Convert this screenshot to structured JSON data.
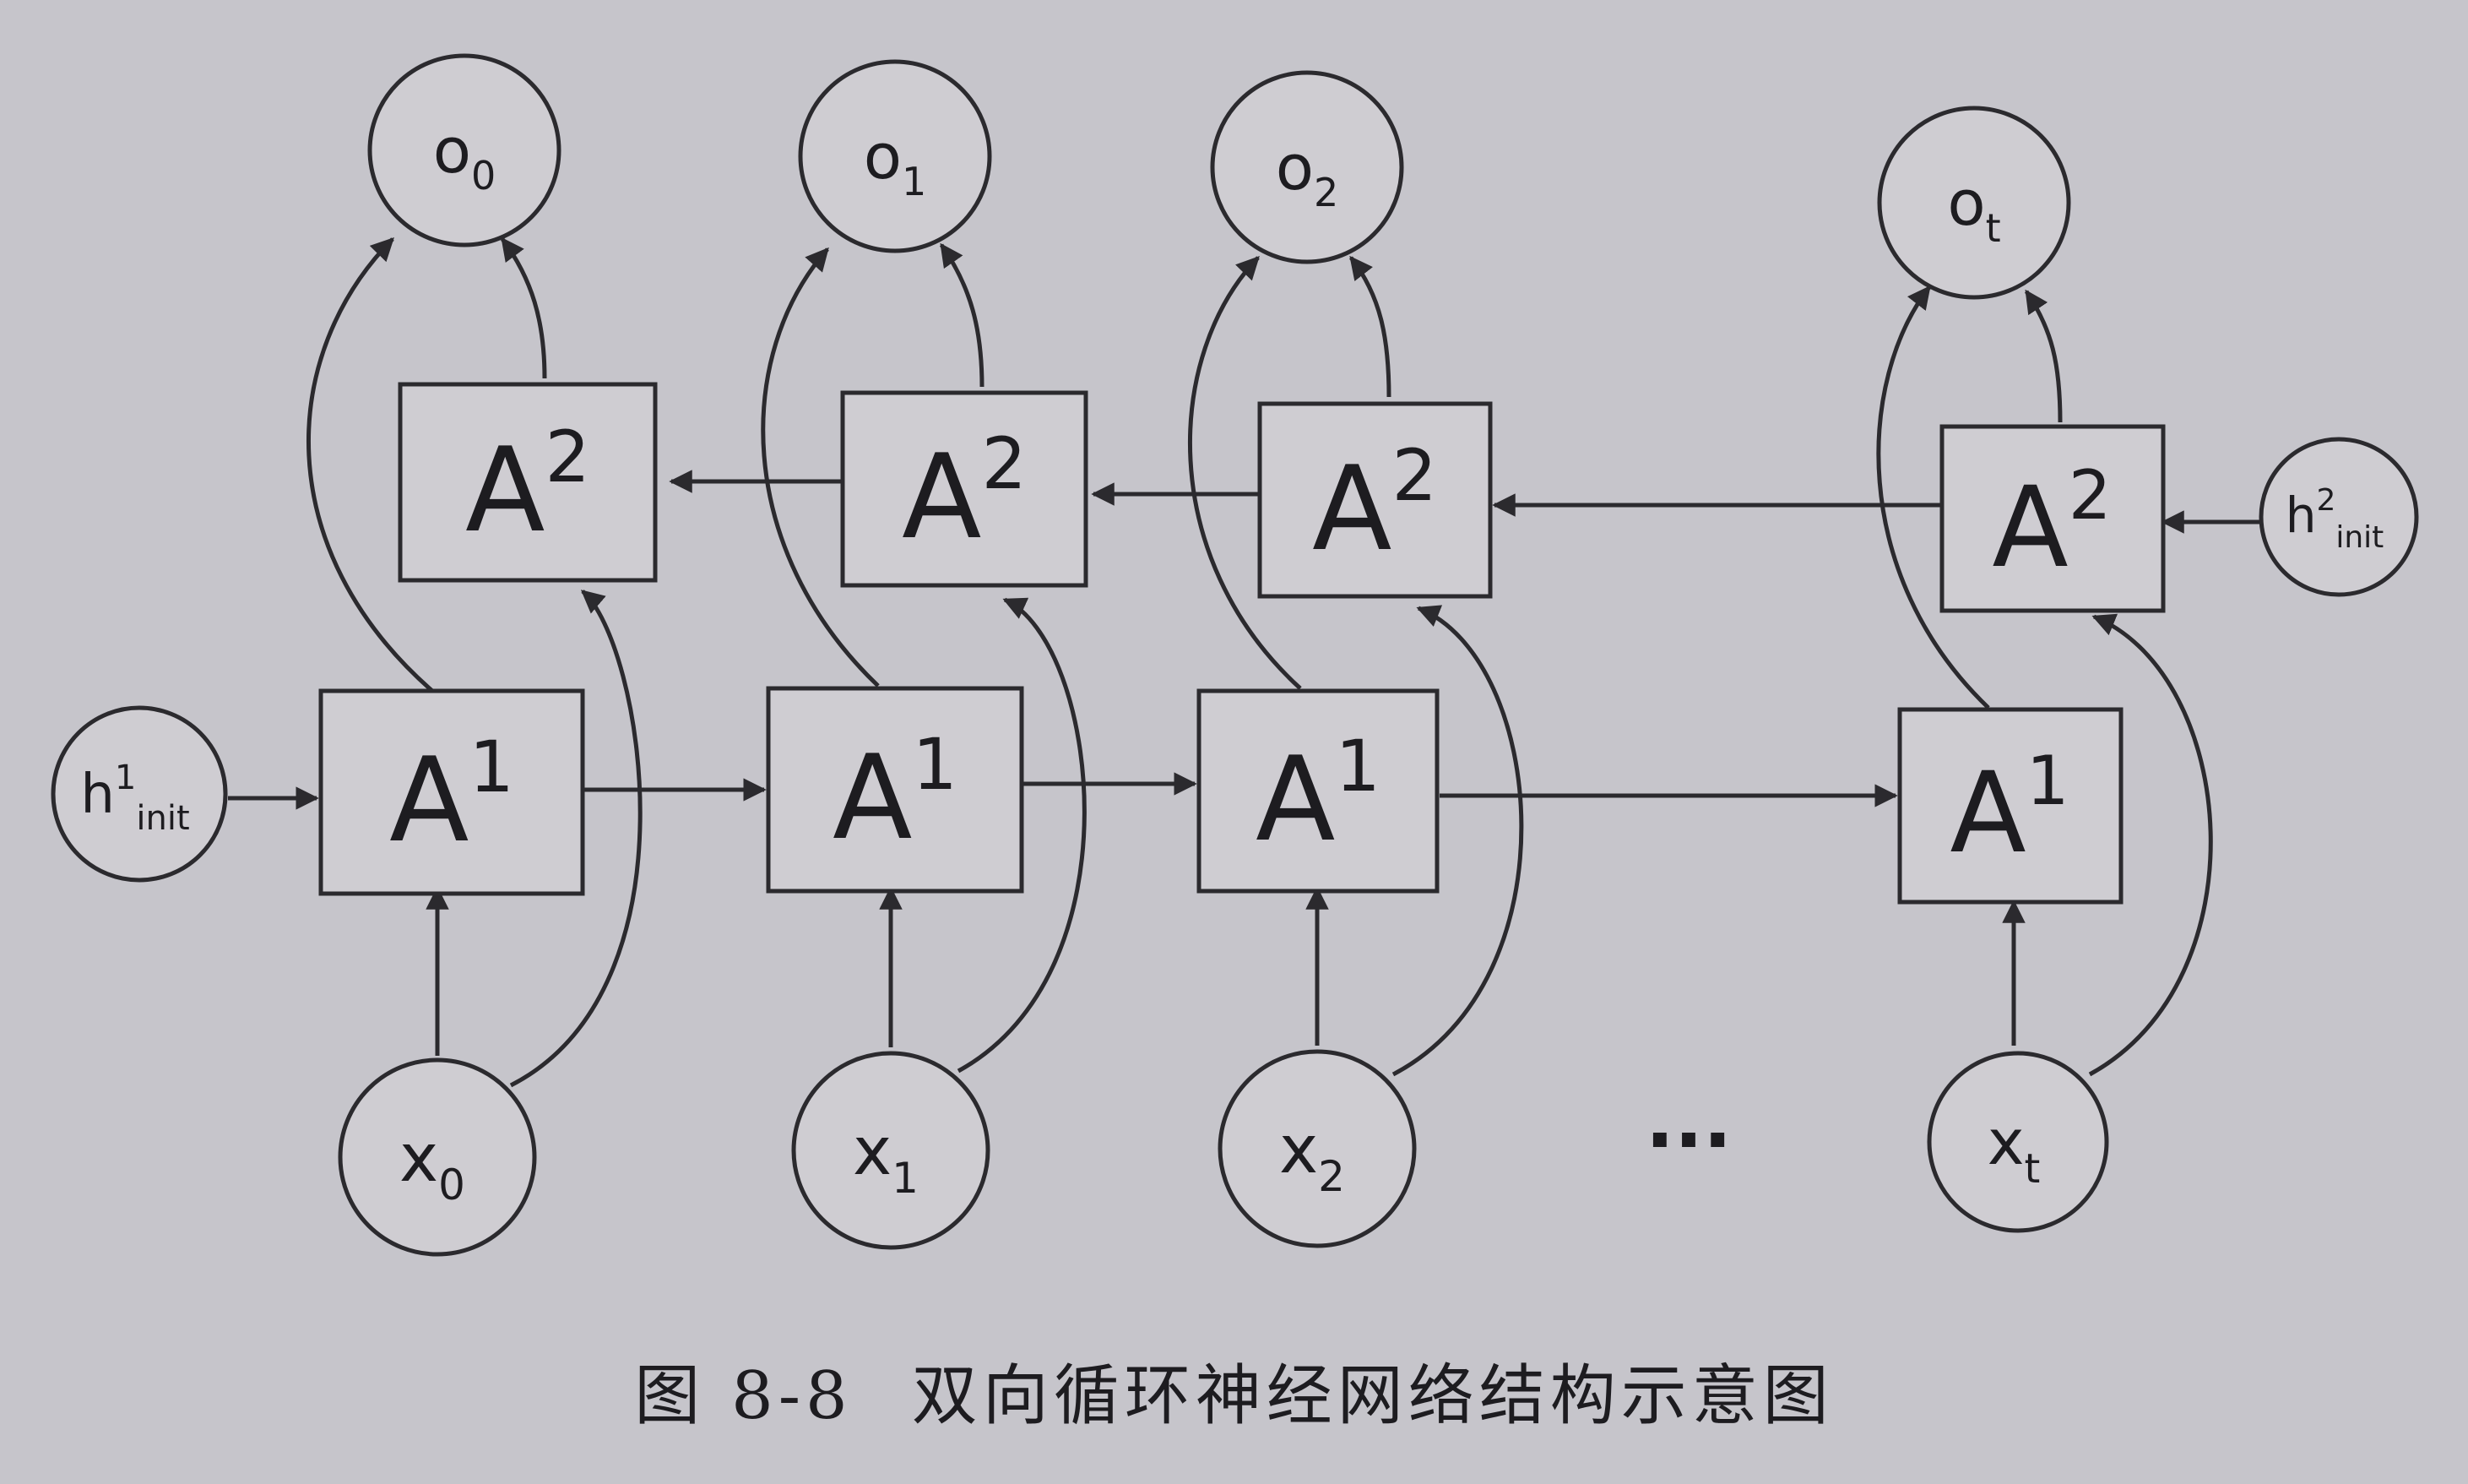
{
  "figure": {
    "caption_number": "图 8-8",
    "caption_text": "双向循环神经网络结构示意图"
  },
  "diagram": {
    "nodes": {
      "outputs": [
        {
          "base": "o",
          "sub": "0"
        },
        {
          "base": "o",
          "sub": "1"
        },
        {
          "base": "o",
          "sub": "2"
        },
        {
          "base": "o",
          "sub": "t"
        }
      ],
      "inputs": [
        {
          "base": "x",
          "sub": "0"
        },
        {
          "base": "x",
          "sub": "1"
        },
        {
          "base": "x",
          "sub": "2"
        },
        {
          "base": "x",
          "sub": "t"
        }
      ],
      "forward_cells": {
        "base": "A",
        "sup": "1"
      },
      "backward_cells": {
        "base": "A",
        "sup": "2"
      },
      "h1_init": {
        "base": "h",
        "sup": "1",
        "sub": "init"
      },
      "h2_init": {
        "base": "h",
        "sup": "2",
        "sub": "init"
      },
      "ellipsis": "..."
    },
    "colors": {
      "background": "#c6c5cb",
      "line": "#2b2a2e",
      "fill": "#cfcdd2"
    }
  }
}
